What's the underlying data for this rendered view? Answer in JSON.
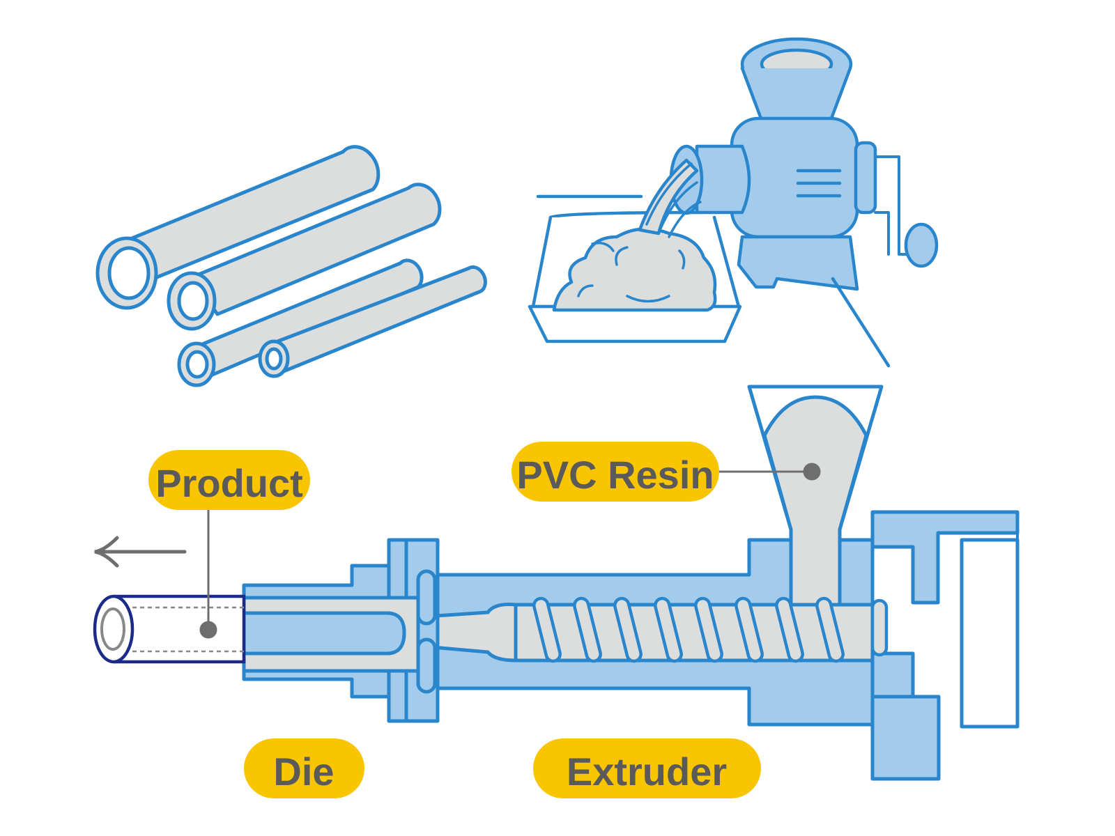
{
  "labels": {
    "product": "Product",
    "pvc_resin": "PVC Resin",
    "die": "Die",
    "extruder": "Extruder"
  },
  "colors": {
    "outline_blue": "#2a86cc",
    "fill_blue": "#a3cbeb",
    "fill_grey": "#dcdedd",
    "label_yellow": "#f9c400",
    "label_text": "#5a5a5a",
    "leader_grey": "#6e6e6e",
    "pipe_navy": "#1c2a8a"
  },
  "icons": [
    "pipes-illustration",
    "meat-grinder-icon",
    "flow-arrow-left-icon",
    "screw-icon",
    "hopper-icon"
  ]
}
